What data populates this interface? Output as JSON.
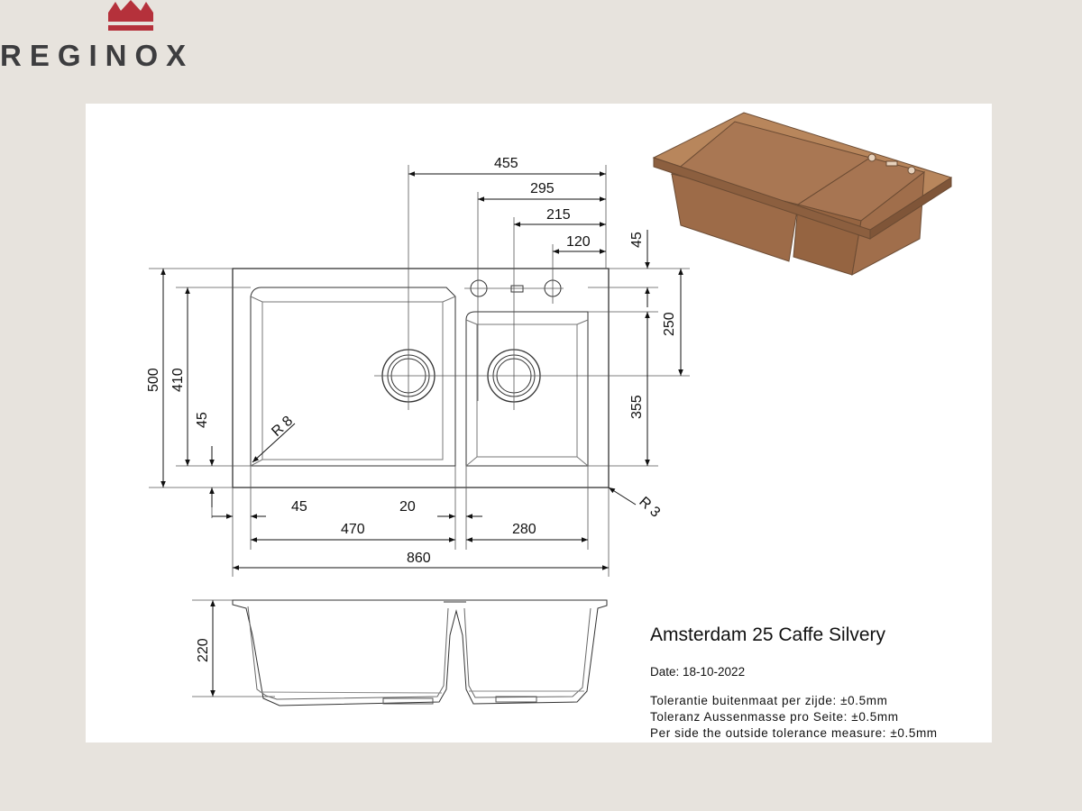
{
  "brand": {
    "name": "REGINOX",
    "color": "#3d3d3f",
    "crown_color": "#b5313b"
  },
  "drawing": {
    "dimensions": {
      "d455": "455",
      "d295": "295",
      "d215": "215",
      "d120": "120",
      "d45_top": "45",
      "d250": "250",
      "d355": "355",
      "d500": "500",
      "d410": "410",
      "d45_left": "45",
      "r8": "R 8",
      "r3": "R 3",
      "d45_bottom": "45",
      "d20": "20",
      "d470": "470",
      "d280": "280",
      "d860": "860",
      "d220": "220"
    },
    "render_color": "#b8865c"
  },
  "info": {
    "title": "Amsterdam 25 Caffe Silvery",
    "date": "Date: 18-10-2022",
    "tolerances": [
      "Tolerantie buitenmaat per zijde: ±0.5mm",
      "Toleranz Aussenmasse pro Seite: ±0.5mm",
      "Per side the outside tolerance measure: ±0.5mm"
    ]
  }
}
